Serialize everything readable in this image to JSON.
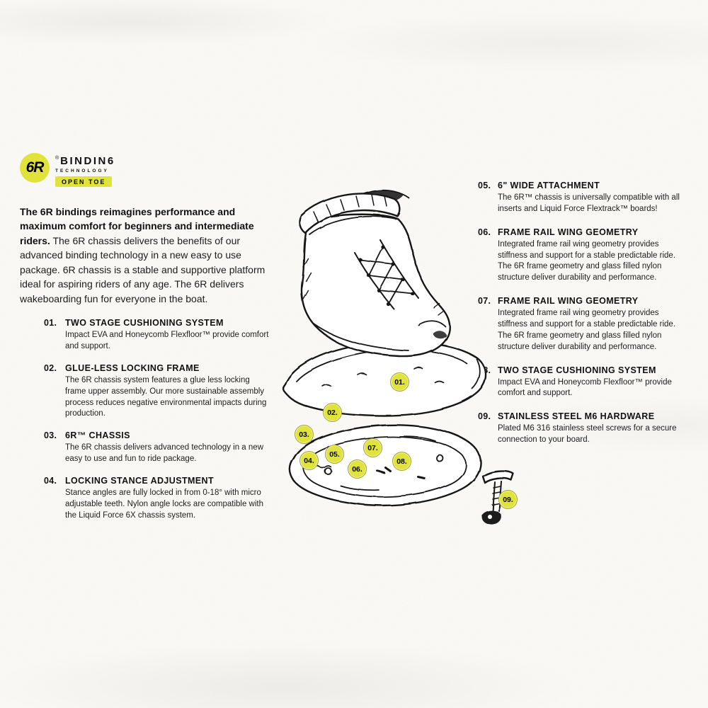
{
  "colors": {
    "accent": "#e0e33c",
    "ink": "#111111",
    "background": "#fbfaf7"
  },
  "logo": {
    "mark": "6R",
    "registered": "®",
    "brand": "BINDIN6",
    "sub": "TECHNOLOGY",
    "badge": "OPEN TOE"
  },
  "intro": {
    "lead": "The 6R bindings reimagines performance and maximum comfort for beginners and intermediate riders.",
    "body": "The 6R chassis delivers the benefits of our advanced binding technology in a new easy to use package. 6R chassis is a stable and supportive platform ideal for aspiring riders of any age. The 6R delivers wakeboarding fun for everyone in the boat."
  },
  "left_features": [
    {
      "num": "01.",
      "title": "TWO STAGE CUSHIONING SYSTEM",
      "body": "Impact EVA and Honeycomb Flexfloor™ provide comfort and support."
    },
    {
      "num": "02.",
      "title": "GLUE-LESS LOCKING FRAME",
      "body": "The 6R chassis system features a glue less locking frame upper assembly. Our more sustainable assembly process reduces negative environmental impacts during production."
    },
    {
      "num": "03.",
      "title": "6R™ CHASSIS",
      "body": "The 6R chassis delivers advanced technology in a new easy to use and fun to ride package."
    },
    {
      "num": "04.",
      "title": "LOCKING STANCE ADJUSTMENT",
      "body": "Stance angles are fully locked in from 0-18° with micro adjustable teeth. Nylon angle locks are compatible with the Liquid Force 6X chassis system."
    }
  ],
  "right_features": [
    {
      "num": "05.",
      "title": "6\" WIDE ATTACHMENT",
      "body": "The 6R™ chassis is universally compatible with all inserts and Liquid Force Flextrack™ boards!"
    },
    {
      "num": "06.",
      "title": "FRAME RAIL WING GEOMETRY",
      "body": "Integrated frame rail wing geometry provides stiffness and support for a stable predictable ride. The 6R frame geometry and glass filled nylon structure deliver durability and performance."
    },
    {
      "num": "07.",
      "title": "FRAME RAIL WING GEOMETRY",
      "body": "Integrated frame rail wing geometry provides stiffness and support for a stable predictable ride. The 6R frame geometry and glass filled nylon structure deliver durability and performance."
    },
    {
      "num": "08.",
      "title": "TWO STAGE CUSHIONING SYSTEM",
      "body": "Impact EVA and Honeycomb Flexfloor™ provide comfort and support."
    },
    {
      "num": "09.",
      "title": "STAINLESS STEEL M6 HARDWARE",
      "body": "Plated M6 316 stainless steel screws for a secure connection to your board."
    }
  ],
  "callouts": [
    {
      "label": "01."
    },
    {
      "label": "02."
    },
    {
      "label": "03."
    },
    {
      "label": "04."
    },
    {
      "label": "05."
    },
    {
      "label": "06."
    },
    {
      "label": "07."
    },
    {
      "label": "08."
    },
    {
      "label": "09."
    }
  ]
}
